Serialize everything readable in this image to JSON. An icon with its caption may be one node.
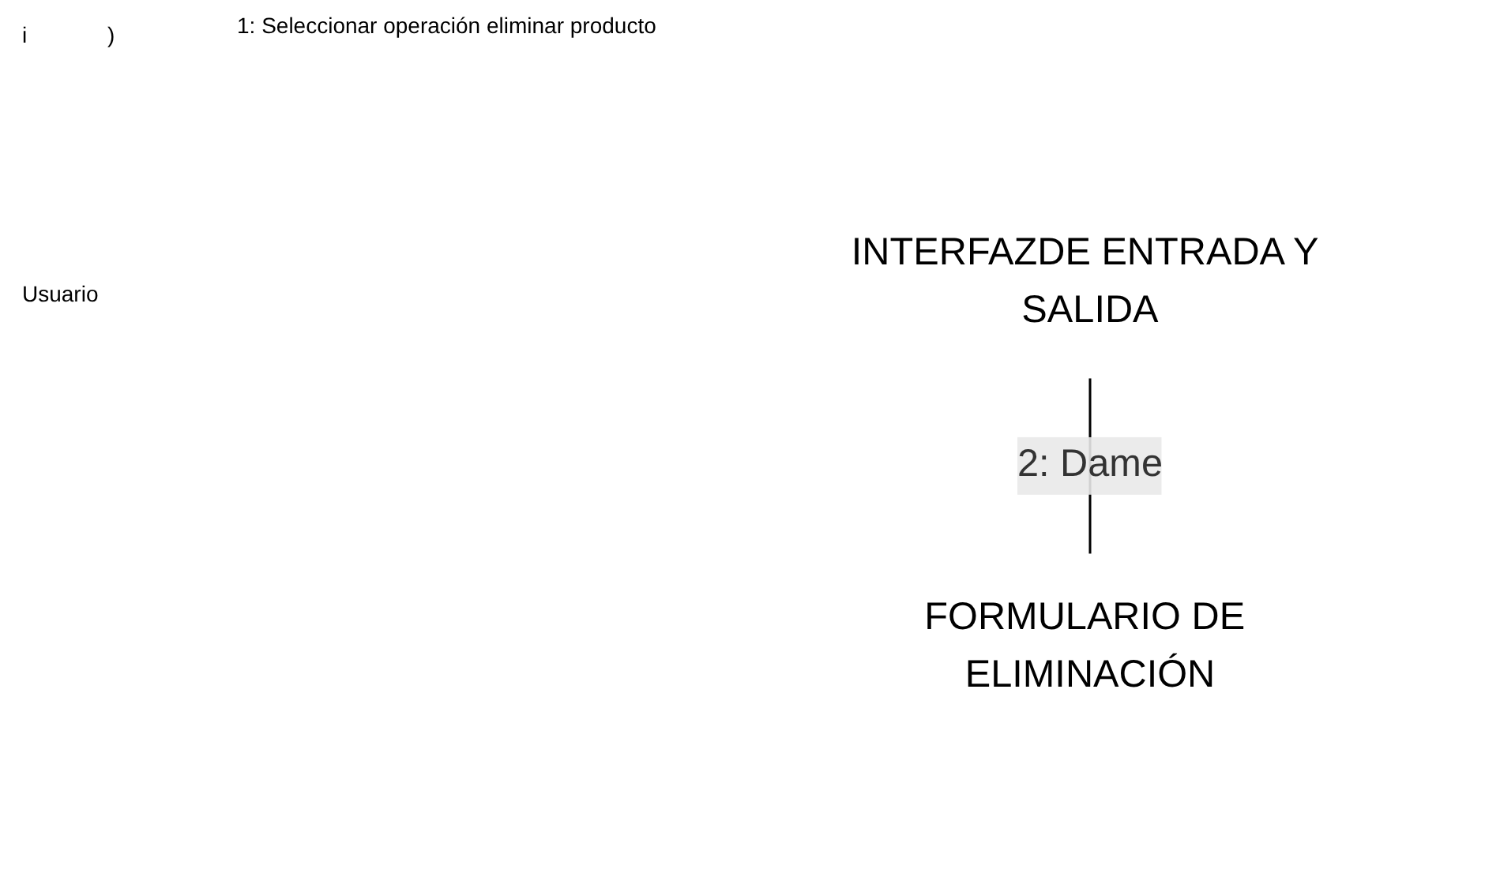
{
  "diagram": {
    "nodes": [
      {
        "text": [
          "INTERFAZDE ENTRADA Y SALIDA"
        ]
      },
      {
        "text": [
          "FORMULARIO DE ELIMINACIÓN"
        ]
      }
    ],
    "edges": [
      {
        "from": 0,
        "to": 1,
        "arrow": "none",
        "label": "2: Dame"
      }
    ],
    "labels": [
      "i",
      ")",
      "1: Seleccionar operación eliminar producto",
      "Usuario"
    ]
  }
}
